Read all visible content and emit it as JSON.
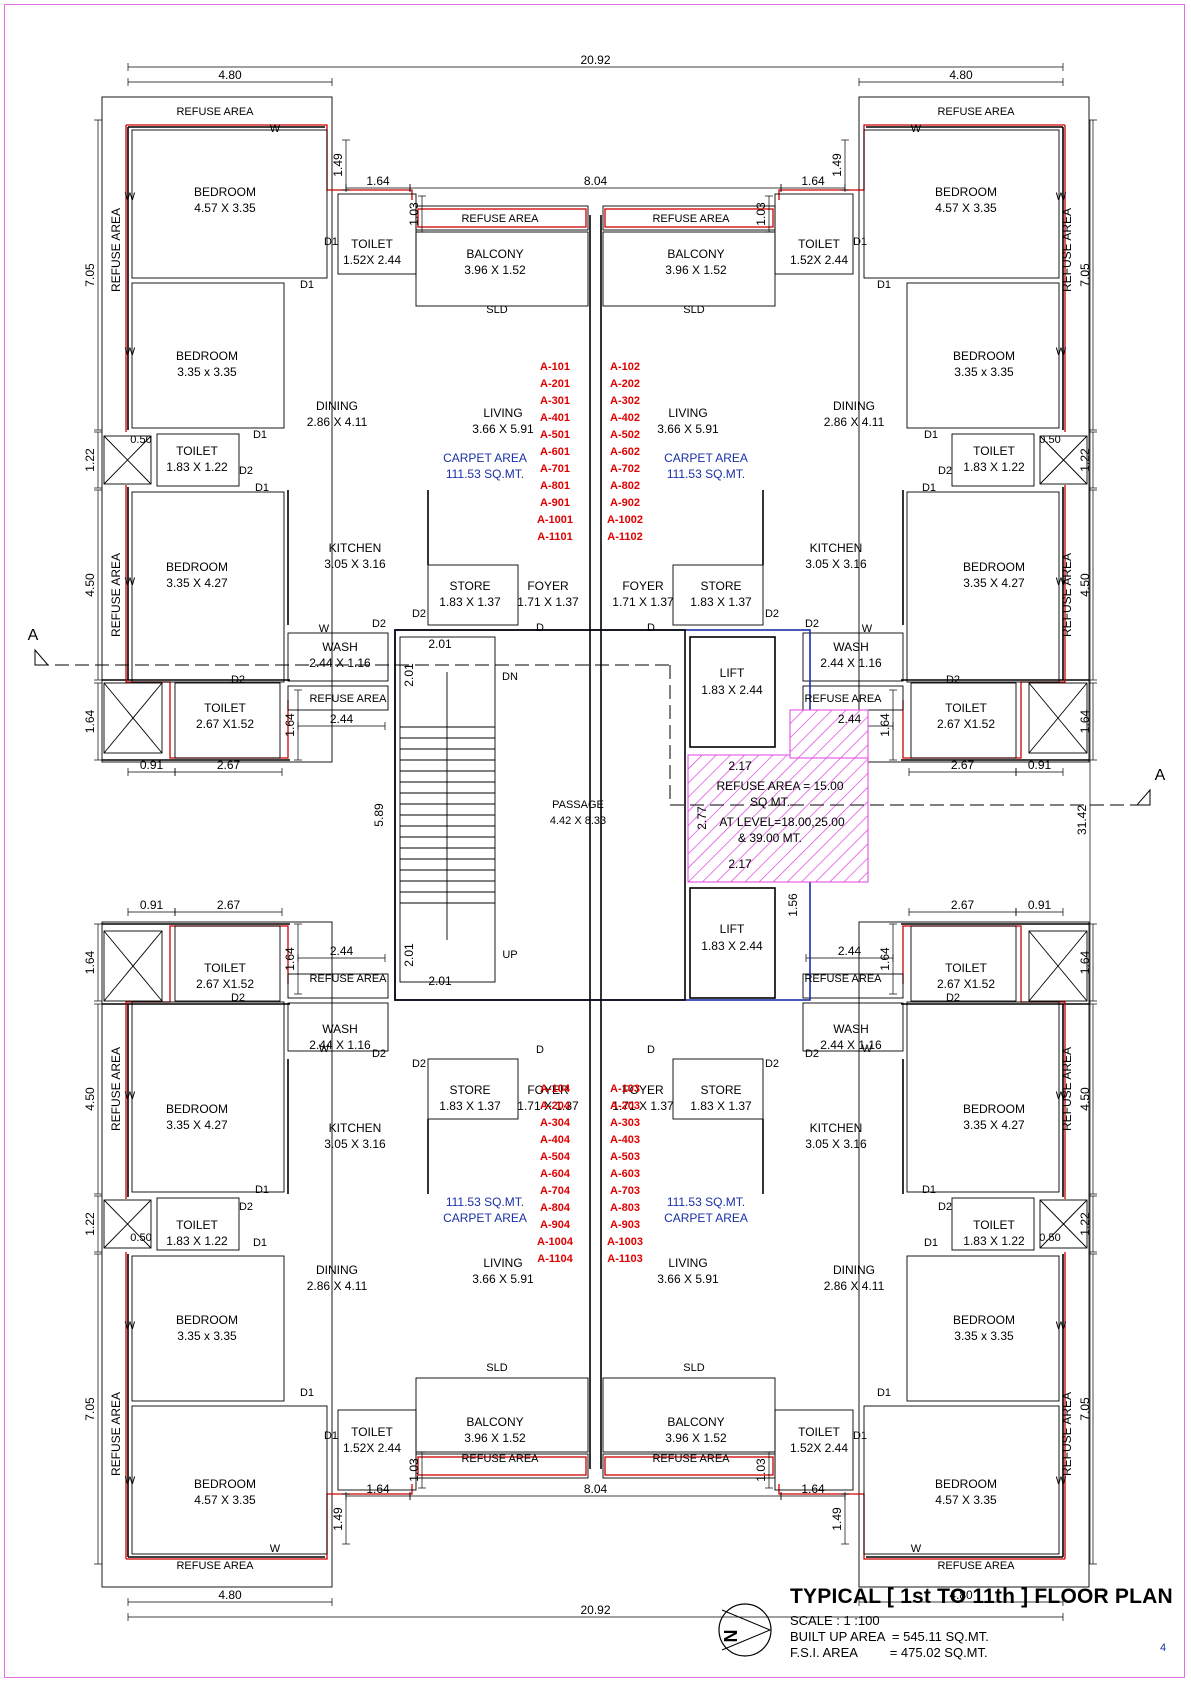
{
  "drawing": {
    "overall_width": "20.92",
    "overall_height": "31.42",
    "wing_width": "4.80",
    "mid_span": "8.04",
    "section_marker": "A"
  },
  "rooms": {
    "bedroom_master": {
      "name": "BEDROOM",
      "size": "4.57 X 3.35"
    },
    "bedroom_small": {
      "name": "BEDROOM",
      "size": "3.35 x 3.35"
    },
    "bedroom_mid": {
      "name": "BEDROOM",
      "size": "3.35 X 4.27"
    },
    "toilet_master": {
      "name": "TOILET",
      "size": "1.52X 2.44"
    },
    "toilet_small": {
      "name": "TOILET",
      "size": "1.83 X 1.22"
    },
    "toilet_corner": {
      "name": "TOILET",
      "size": "2.67 X1.52"
    },
    "balcony": {
      "name": "BALCONY",
      "size": "3.96 X 1.52"
    },
    "dining": {
      "name": "DINING",
      "size": "2.86 X 4.11"
    },
    "living": {
      "name": "LIVING",
      "size": "3.66 X 5.91"
    },
    "kitchen": {
      "name": "KITCHEN",
      "size": "3.05 X 3.16"
    },
    "store": {
      "name": "STORE",
      "size": "1.83 X 1.37"
    },
    "foyer": {
      "name": "FOYER",
      "size": "1.71 X 1.37"
    },
    "wash": {
      "name": "WASH",
      "size": "2.44 X 1.16"
    },
    "lift": {
      "name": "LIFT",
      "size": "1.83 X 2.44"
    },
    "passage": {
      "name": "PASSAGE",
      "size": "4.42 X 8.33"
    }
  },
  "labels": {
    "refuse_area": "REFUSE AREA",
    "sld": "SLD",
    "dn": "DN",
    "up": "UP",
    "door_d": "D",
    "door_d1": "D1",
    "door_d2": "D2",
    "window_w": "W",
    "carpet_area": "CARPET AREA",
    "carpet_value": "111.53 SQ.MT."
  },
  "refuse_note": {
    "line1": "REFUSE AREA = 15.00",
    "line2": "SQ.MT.",
    "line3": "AT LEVEL=18.00,25.00",
    "line4": "& 39.00 MT."
  },
  "units": {
    "top_left": [
      "A-101",
      "A-201",
      "A-301",
      "A-401",
      "A-501",
      "A-601",
      "A-701",
      "A-801",
      "A-901",
      "A-1001",
      "A-1101"
    ],
    "top_right": [
      "A-102",
      "A-202",
      "A-302",
      "A-402",
      "A-502",
      "A-602",
      "A-702",
      "A-802",
      "A-902",
      "A-1002",
      "A-1102"
    ],
    "bottom_left": [
      "A-104",
      "A-204",
      "A-304",
      "A-404",
      "A-504",
      "A-604",
      "A-704",
      "A-804",
      "A-904",
      "A-1004",
      "A-1104"
    ],
    "bottom_right": [
      "A-103",
      "A-203",
      "A-303",
      "A-403",
      "A-503",
      "A-603",
      "A-703",
      "A-803",
      "A-903",
      "A-1003",
      "A-1103"
    ]
  },
  "dimensions": {
    "d149": "1.49",
    "d164": "1.64",
    "d103": "1.03",
    "d705": "7.05",
    "d122": "1.22",
    "d450": "4.50",
    "d050": "0.50",
    "d091": "0.91",
    "d267": "2.67",
    "d244": "2.44",
    "d201": "2.01",
    "d589": "5.89",
    "d217": "2.17",
    "d277": "2.77",
    "d156": "1.56"
  },
  "title_block": {
    "title": "TYPICAL [ 1st TO 11th ] FLOOR PLAN",
    "scale": "SCALE : 1 :100",
    "built_up": "BUILT UP AREA  = 545.11 SQ.MT.",
    "fsi": "F.S.I. AREA         = 475.02 SQ.MT.",
    "north": "N",
    "page": "4"
  }
}
